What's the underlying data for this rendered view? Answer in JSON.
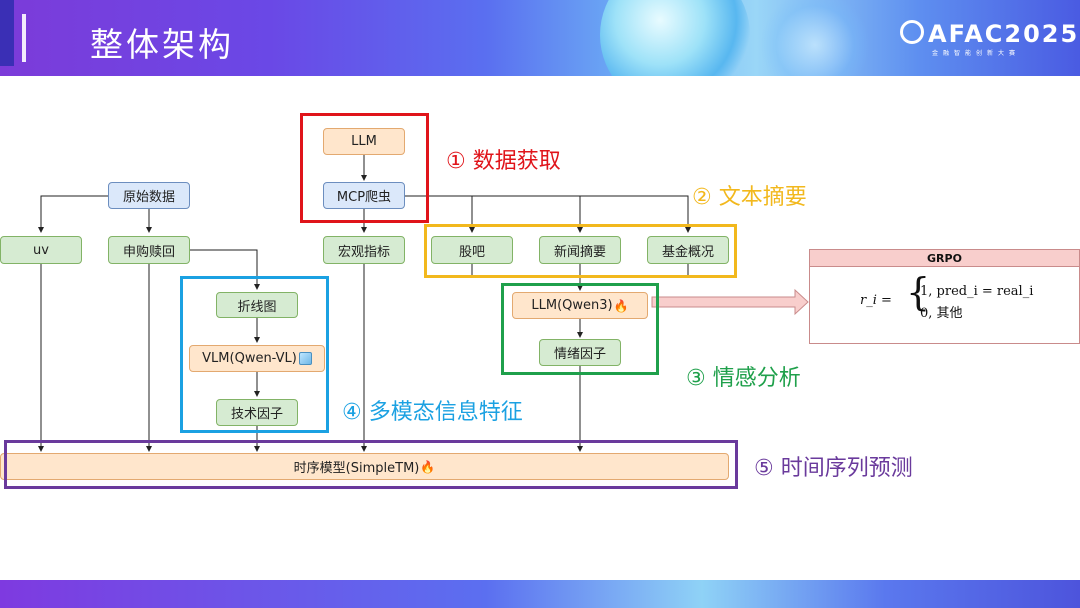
{
  "header": {
    "title": "整体架构",
    "logo": "AFAC2025",
    "logo_sub": "金融智能创新大赛"
  },
  "nodes": {
    "llm": "LLM",
    "mcp": "MCP爬虫",
    "raw": "原始数据",
    "uv": "uv",
    "subscribe": "申购赎回",
    "macro": "宏观指标",
    "guba": "股吧",
    "news": "新闻摘要",
    "fund": "基金概况",
    "linechart": "折线图",
    "vlm": "VLM(Qwen-VL)",
    "tech": "技术因子",
    "llm_qwen3": "LLM(Qwen3)",
    "emotion": "情绪因子",
    "timemodel": "时序模型(SimpleTM)"
  },
  "labels": {
    "data_acq": "① 数据获取",
    "text_sum": "② 文本摘要",
    "sentiment": "③ 情感分析",
    "multimodal": "④ 多模态信息特征",
    "forecast": "⑤ 时间序列预测"
  },
  "colors": {
    "red": "#e0141a",
    "orange": "#f2b81d",
    "green": "#1fa04b",
    "blue": "#1ba1e2",
    "purple": "#6a3a9c"
  },
  "grpo": {
    "title": "GRPO",
    "lhs": "r_i =",
    "case1": "1,   pred_i = real_i",
    "case2": "0,   其他"
  },
  "icons": {
    "fire": "fire-icon",
    "cube": "cube-icon"
  }
}
